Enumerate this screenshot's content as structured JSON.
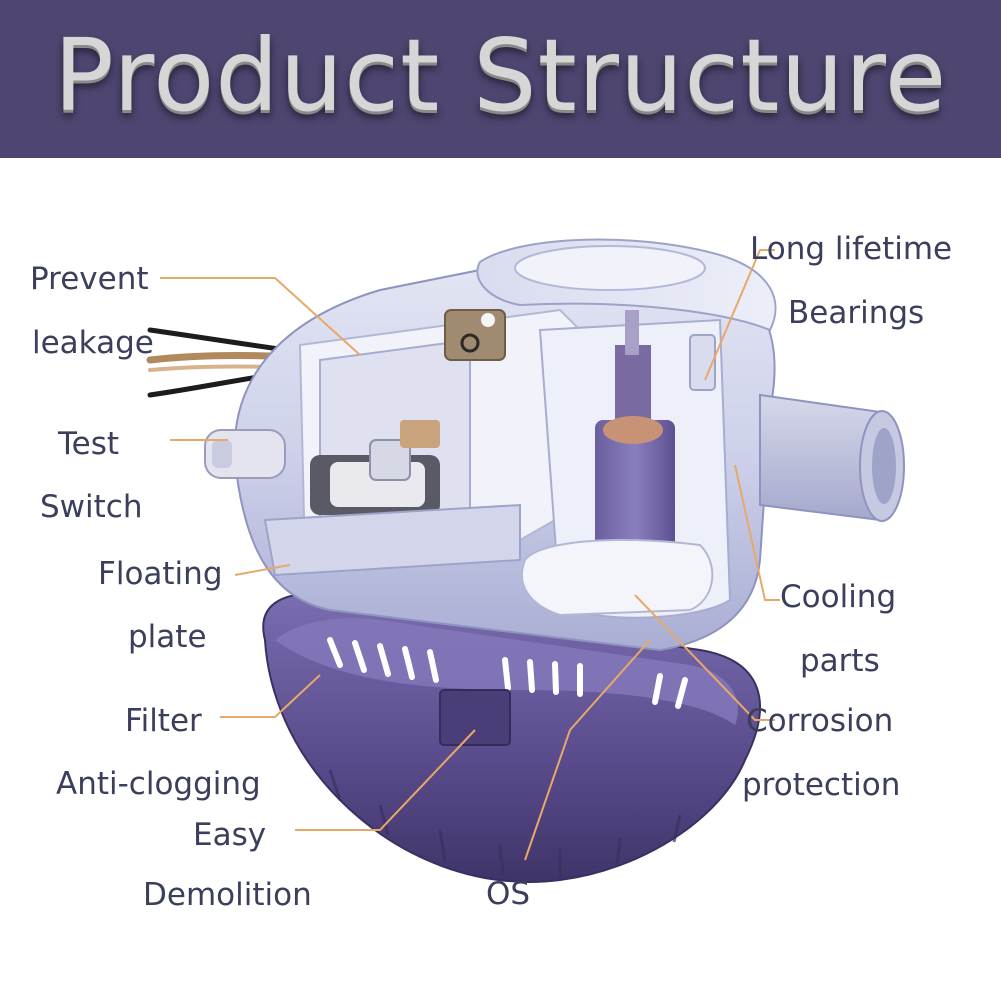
{
  "header": {
    "title": "Product Structure"
  },
  "labels": {
    "prevent_leakage_1": "Prevent",
    "prevent_leakage_2": "leakage",
    "test_switch_1": "Test",
    "test_switch_2": "Switch",
    "floating_plate_1": "Floating",
    "floating_plate_2": "plate",
    "filter": "Filter",
    "anti_clogging": "Anti-clogging",
    "easy_demolition_1": "Easy",
    "easy_demolition_2": "Demolition",
    "os": "OS",
    "long_lifetime_1": "Long lifetime",
    "long_lifetime_2": "Bearings",
    "cooling_parts_1": "Cooling",
    "cooling_parts_2": "parts",
    "corrosion_1": "Corrosion",
    "corrosion_2": "protection"
  },
  "colors": {
    "banner": "#4e4570",
    "title_text": "#d6d6d6",
    "label_text": "#3b3f5c",
    "leader_line": "#e8a86a",
    "base_purple": "#5b4c8c",
    "shell_light": "#cfd3ea"
  }
}
